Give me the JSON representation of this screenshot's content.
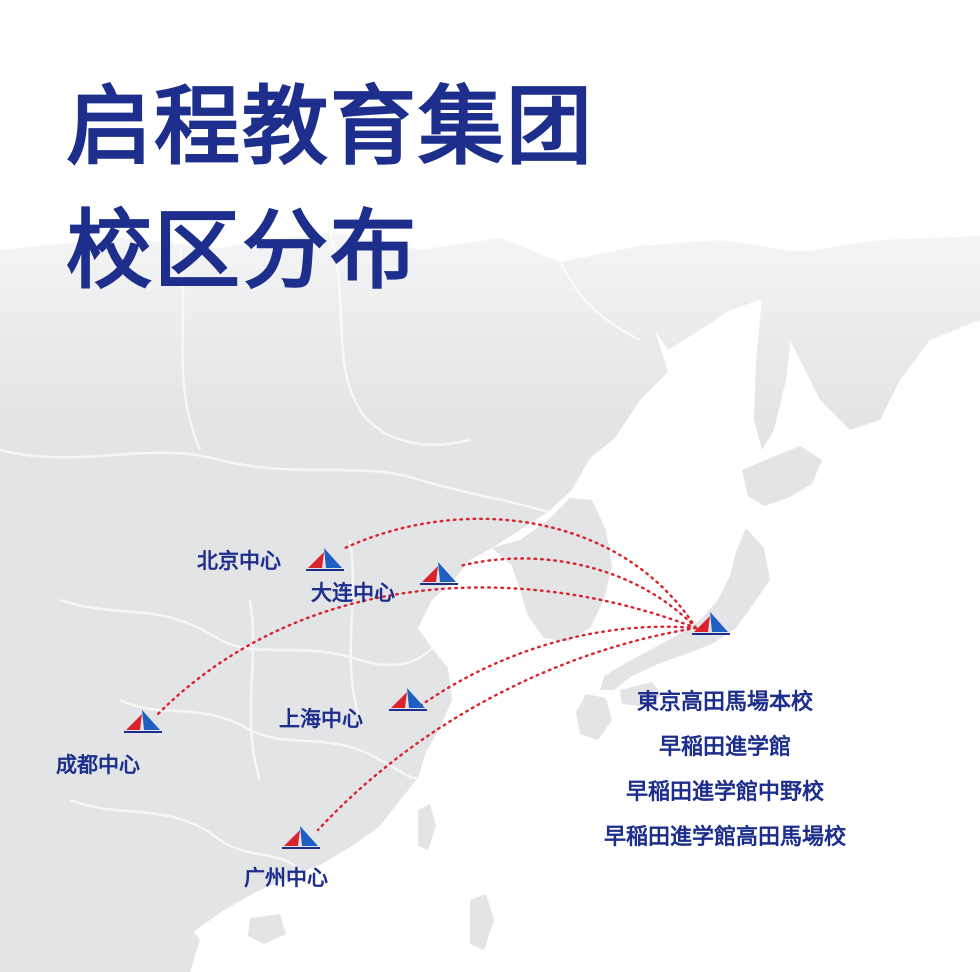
{
  "colors": {
    "title": "#1d2e8c",
    "label": "#1d2e8c",
    "route": "#d9232d",
    "sail_red": "#d9232d",
    "sail_blue": "#1f5fc4",
    "land": "#e3e4e6",
    "land_dark": "#d8d9db",
    "border": "#f6f6f6"
  },
  "title": {
    "line1": "启程教育集团",
    "line2": "校区分布"
  },
  "centers": {
    "beijing": "北京中心",
    "dalian": "大连中心",
    "shanghai": "上海中心",
    "chengdu": "成都中心",
    "guangzhou": "广州中心"
  },
  "tokyo_campuses": [
    "東京高田馬場本校",
    "早稲田進学館",
    "早稲田進学館中野校",
    "早稲田進学館高田馬場校"
  ],
  "marker_icon": "sailboat-icon"
}
